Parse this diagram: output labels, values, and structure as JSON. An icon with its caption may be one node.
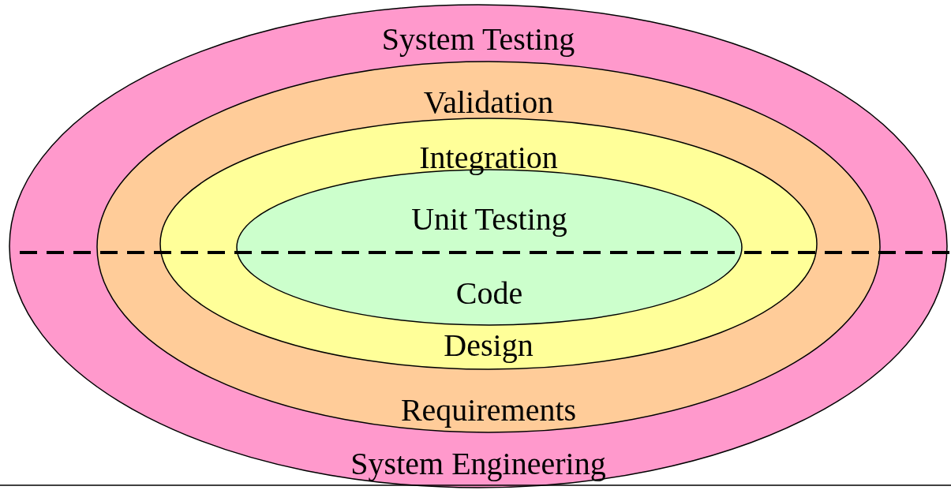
{
  "diagram": {
    "nodes": [
      {
        "text": [
          "System Testing",
          "System Engineering"
        ]
      },
      {
        "text": [
          "Validation",
          "Requirements"
        ],
        "in": 0
      },
      {
        "text": [
          "Integration",
          "Design"
        ],
        "in": 1
      },
      {
        "text": [
          "Unit Testing",
          "Code"
        ],
        "in": 2
      }
    ]
  }
}
